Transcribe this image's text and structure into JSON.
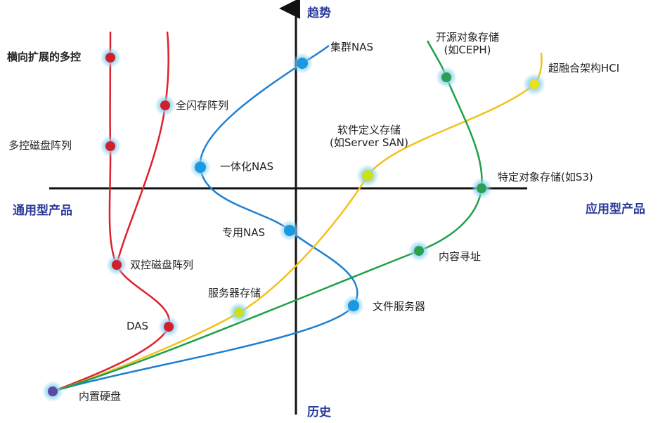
{
  "axes": {
    "top": "趋势",
    "bottom": "历史",
    "left": "通用型产品",
    "right": "应用型产品"
  },
  "colors": {
    "red": "#e0202e",
    "blue": "#1f7fd0",
    "yellow": "#f2c21a",
    "green": "#1ea04a",
    "axis": "#111111",
    "axis_label": "#2a3a9a",
    "halo": "#8fd3f0"
  },
  "nodes": {
    "scale_out_multi_controller": "横向扩展的多控",
    "all_flash_array": "全闪存阵列",
    "multi_controller_disk_array": "多控磁盘阵列",
    "dual_controller_disk_array": "双控磁盘阵列",
    "das": "DAS",
    "internal_disk": "内置硬盘",
    "cluster_nas": "集群NAS",
    "integrated_nas": "一体化NAS",
    "dedicated_nas": "专用NAS",
    "file_server": "文件服务器",
    "server_storage": "服务器存储",
    "sds_line1": "软件定义存储",
    "sds_line2": "(如Server SAN)",
    "hci": "超融合架构HCI",
    "open_object_line1": "开源对象存储",
    "open_object_line2": "(如CEPH)",
    "specific_object": "特定对象存储(如S3)",
    "content_addressing": "内容寻址"
  }
}
